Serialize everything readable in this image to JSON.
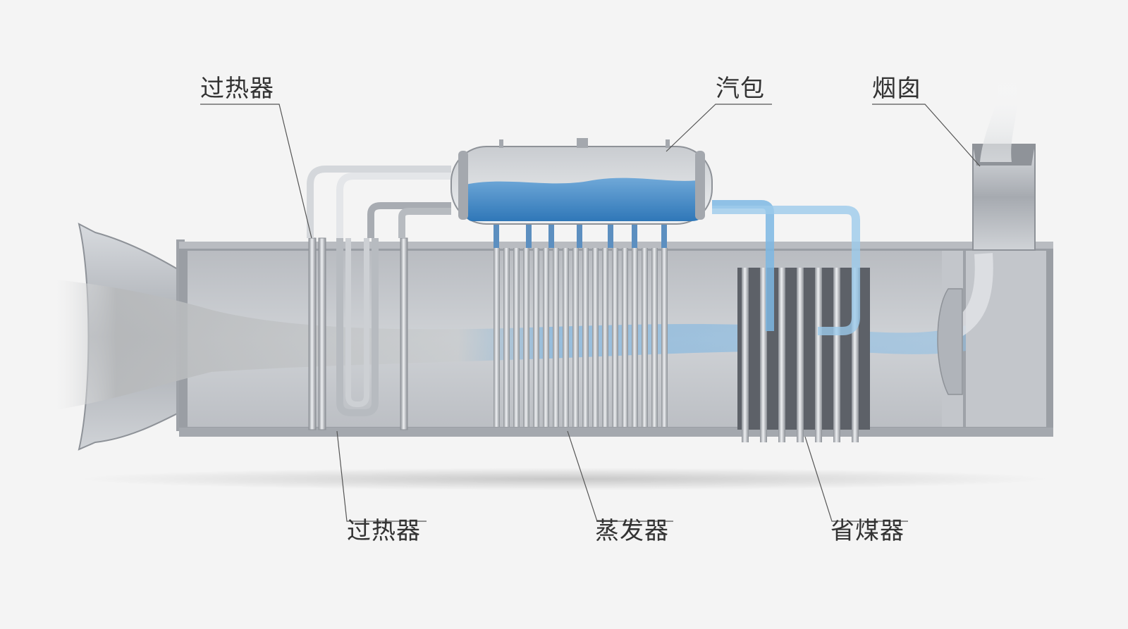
{
  "labels": {
    "superheater_top": "过热器",
    "drum": "汽包",
    "chimney": "烟囱",
    "superheater_bottom": "过热器",
    "evaporator": "蒸发器",
    "economizer": "省煤器"
  },
  "colors": {
    "background": "#f4f4f4",
    "steel": "#a9adb3",
    "steel_dark": "#7f848a",
    "duct_interior": "#c7cacf",
    "water": "#3f87c7",
    "gas_flow": "#b8bcbf",
    "water_flow": "#5aa6dd",
    "leader_line": "#555555",
    "label_text": "#333333"
  }
}
